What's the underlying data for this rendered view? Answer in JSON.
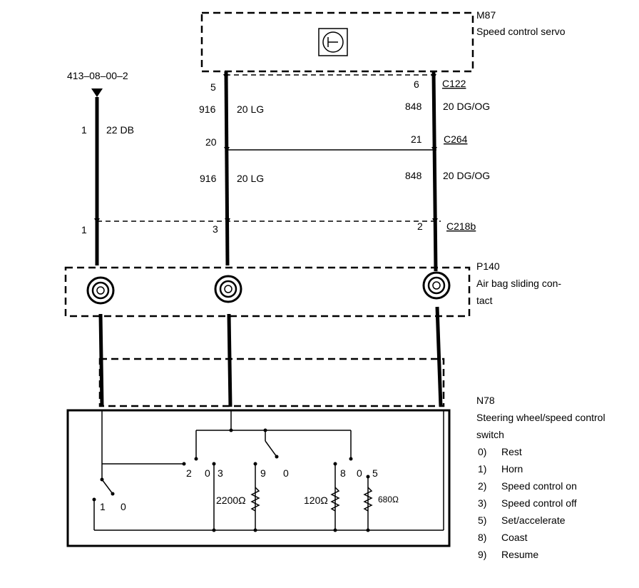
{
  "servo": {
    "id": "M87",
    "name": "Speed control servo"
  },
  "sliding_contact": {
    "id": "P140",
    "name_line1": "Air bag sliding con-",
    "name_line2": "tact"
  },
  "switch": {
    "id": "N78",
    "name_line1": "Steering wheel/speed control",
    "name_line2": "switch"
  },
  "ref": "413–08–00–2",
  "connectors": {
    "c122": "C122",
    "c264": "C264",
    "c218b": "C218b"
  },
  "wires": {
    "left": {
      "pin_top": "1",
      "spec": "22 DB",
      "pin_bottom": "1"
    },
    "mid": {
      "pin_servo": "5",
      "circuit_a": "916",
      "spec_a": "20 LG",
      "pin_c264": "20",
      "circuit_b": "916",
      "spec_b": "20 LG",
      "pin_c218b": "3"
    },
    "right": {
      "pin_servo": "6",
      "circuit_a": "848",
      "spec_a": "20 DG/OG",
      "pin_c264": "21",
      "circuit_b": "848",
      "spec_b": "20 DG/OG",
      "pin_c218b": "2"
    }
  },
  "switch_contacts": {
    "group1": [
      "2",
      "0",
      "3"
    ],
    "group2": [
      "9",
      "0"
    ],
    "group3": [
      "8",
      "0",
      "5"
    ],
    "horn": [
      "1",
      "0"
    ]
  },
  "resistors": [
    "2200Ω",
    "120Ω",
    "680Ω"
  ],
  "legend": [
    {
      "key": "0)",
      "text": "Rest"
    },
    {
      "key": "1)",
      "text": "Horn"
    },
    {
      "key": "2)",
      "text": "Speed control on"
    },
    {
      "key": "3)",
      "text": "Speed control off"
    },
    {
      "key": "5)",
      "text": "Set/accelerate"
    },
    {
      "key": "8)",
      "text": "Coast"
    },
    {
      "key": "9)",
      "text": "Resume"
    }
  ]
}
